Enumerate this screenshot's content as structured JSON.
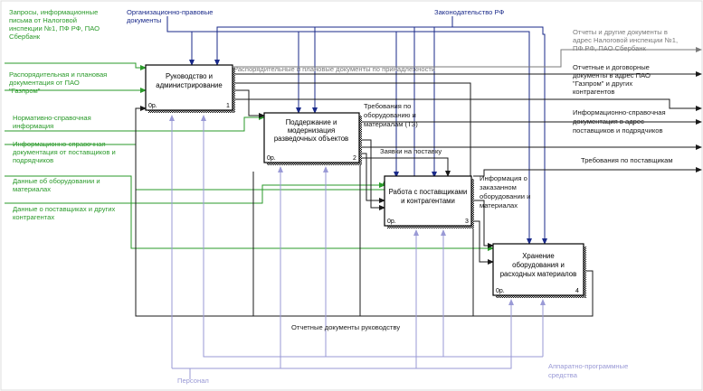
{
  "activities": [
    {
      "id": "A1",
      "title_lines": [
        "Руководство и",
        "администрирование"
      ],
      "cost": "0р.",
      "num": "1"
    },
    {
      "id": "A2",
      "title_lines": [
        "Поддержание и",
        "модернизация",
        "разведочных объектов"
      ],
      "cost": "0р.",
      "num": "2"
    },
    {
      "id": "A3",
      "title_lines": [
        "Работа с поставщиками",
        "и контрагентами"
      ],
      "cost": "0р.",
      "num": "3"
    },
    {
      "id": "A4",
      "title_lines": [
        "Хранение",
        "оборудования и",
        "расходных материалов"
      ],
      "cost": "0р.",
      "num": "4"
    }
  ],
  "controls": {
    "org_legal": [
      "Организационно-правовые",
      "документы"
    ],
    "law": "Законодательство РФ"
  },
  "inputs": {
    "requests": [
      "Запросы, информационные",
      "письма от Налоговой",
      "инспекции №1, ПФ РФ, ПАО",
      "Сбербанк"
    ],
    "planning_docs": [
      "Распорядительная и плановая",
      "документация от ПАО",
      "\"Газпром\""
    ],
    "normative": [
      "Нормативно-справочная",
      "информация"
    ],
    "supplier_info": [
      "Информационно-справочная",
      "документация от поставщиков и",
      "подрядчиков"
    ],
    "equipment_data": [
      "Данные об оборудовании и",
      "материалах"
    ],
    "contractor_data": [
      "Данные о поставщиках и других",
      "контрагентах"
    ]
  },
  "outputs": {
    "reports": [
      "Отчеты и другие документы в",
      "адрес Налоговой инспекции №1,",
      "ПФ РФ, ПАО Сбербанк"
    ],
    "contracts": [
      "Отчетные и договорные",
      "документы в адрес ПАО",
      "\"Газпром\" и других",
      "контрагентов"
    ],
    "info_docs": [
      "Информационно-справочная",
      "документация в адрес",
      "поставщиков и подрядчиков"
    ],
    "supplier_reqs": "Требования по поставщикам"
  },
  "internal": {
    "orders_by_subordination": "Распорядительные и плановые документы по принадлежности",
    "equipment_reqs": [
      "Требования по",
      "оборудованию и",
      "материалам (ТЗ)"
    ],
    "supply_requests": "Заявки на поставку",
    "ordered_info": [
      "Информация о",
      "заказанном",
      "оборудовании и",
      "материалах"
    ],
    "management_reports": "Отчетные документы руководству"
  },
  "mechanisms": {
    "personnel": "Персонал",
    "hardware_software": [
      "Аппаратно-программные",
      "средства"
    ]
  },
  "colors": {
    "black": "#1a1a1a",
    "green": "#2a9a2a",
    "blue": "#1a2a8a",
    "gray": "#7a7a7a",
    "lavender": "#9a9ad6"
  }
}
